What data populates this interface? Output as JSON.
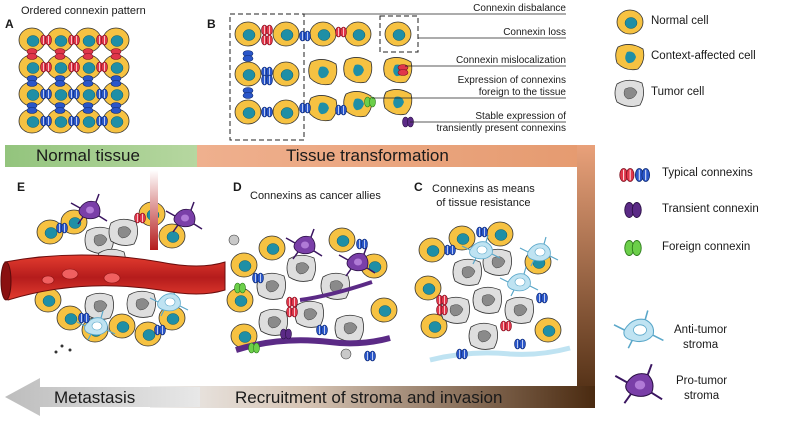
{
  "panel_a": {
    "letter": "A",
    "title": "Ordered connexin pattern"
  },
  "panel_b": {
    "letter": "B",
    "labels": [
      "Connexin disbalance",
      "Connexin loss",
      "Connexin mislocalization",
      "Expression of connexins\nforeign to the tissue",
      "Stable expression of\ntransiently present connexins"
    ]
  },
  "cell_legend": {
    "normal": "Normal cell",
    "context": "Context-affected cell",
    "tumor": "Tumor cell"
  },
  "bands": {
    "normal_tissue": "Normal tissue",
    "tissue_transformation": "Tissue transformation",
    "metastasis": "Metastasis",
    "recruitment": "Recruitment of stroma and invasion"
  },
  "panel_e": {
    "letter": "E"
  },
  "panel_d": {
    "letter": "D",
    "title": "Connexins as cancer allies"
  },
  "panel_c": {
    "letter": "C",
    "title": "Connexins as means\nof tissue resistance"
  },
  "connexin_legend": {
    "typical": "Typical connexins",
    "transient": "Transient connexin",
    "foreign": "Foreign connexin"
  },
  "stroma_legend": {
    "anti": "Anti-tumor\nstroma",
    "pro": "Pro-tumor\nstroma"
  },
  "colors": {
    "cell_fill": "#f6c242",
    "nucleus": "#1f8fa6",
    "tumor": "#c9c9c9",
    "red_cx": "#e0364a",
    "blue_cx": "#2a56c9",
    "purple_cx": "#5b2a86",
    "green_cx": "#6ccf4a",
    "green_band": "#93c47d",
    "orange_band": "#e9a17a",
    "brown": "#5a3316",
    "arrow": "#cccccc"
  }
}
